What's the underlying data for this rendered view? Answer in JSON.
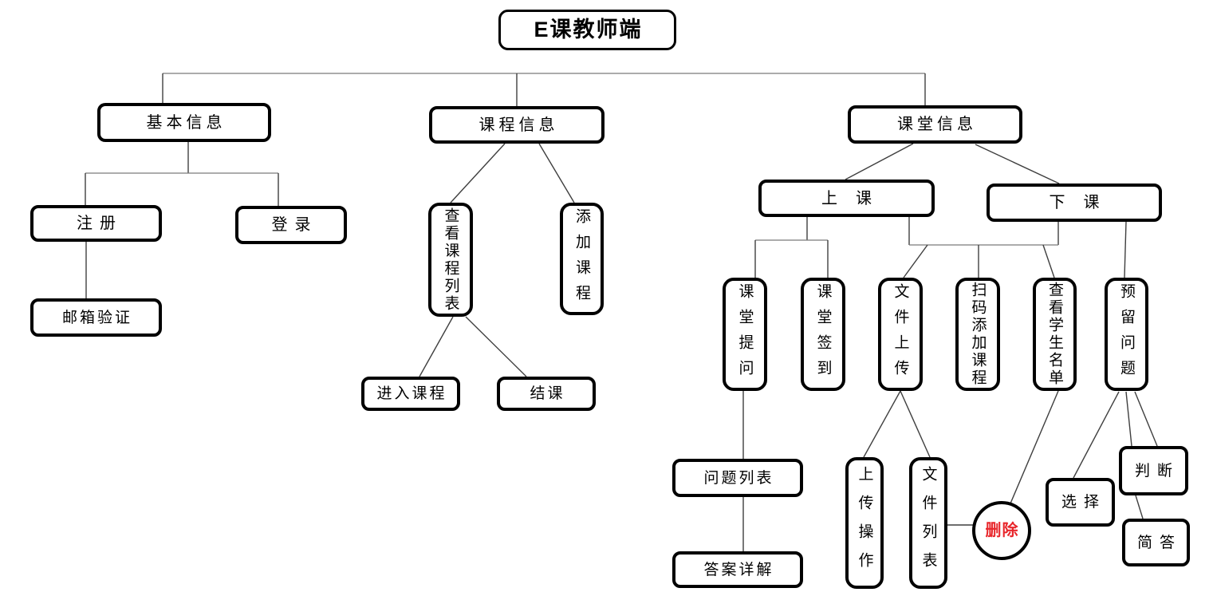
{
  "diagram": {
    "title": "E课教师端",
    "nodes": {
      "root": {
        "label": "E课教师端"
      },
      "basic_info": {
        "label": "基本信息"
      },
      "register": {
        "label": "注册"
      },
      "login": {
        "label": "登录"
      },
      "email_verify": {
        "label": "邮箱验证"
      },
      "course_info": {
        "label": "课程信息"
      },
      "view_course_list": {
        "label": "查看课程列表"
      },
      "add_course": {
        "label": "添加课程"
      },
      "enter_course": {
        "label": "进入课程"
      },
      "end_course": {
        "label": "结课"
      },
      "class_info": {
        "label": "课堂信息"
      },
      "class_start": {
        "label": "上 课"
      },
      "class_end": {
        "label": "下 课"
      },
      "class_question": {
        "label": "课堂提问"
      },
      "class_signin": {
        "label": "课堂签到"
      },
      "file_upload": {
        "label": "文件上传"
      },
      "scan_add_course": {
        "label": "扫码添加课程"
      },
      "view_student_list": {
        "label": "查看学生名单"
      },
      "reserved_question": {
        "label": "预留问题"
      },
      "question_list": {
        "label": "问题列表"
      },
      "answer_detail": {
        "label": "答案详解"
      },
      "upload_operation": {
        "label": "上传操作"
      },
      "file_list": {
        "label": "文件列表"
      },
      "delete": {
        "label": "删除"
      },
      "choice": {
        "label": "选择"
      },
      "judge": {
        "label": "判断"
      },
      "short_answer": {
        "label": "简答"
      }
    },
    "edges": [
      [
        "root",
        "basic_info"
      ],
      [
        "root",
        "course_info"
      ],
      [
        "root",
        "class_info"
      ],
      [
        "basic_info",
        "register"
      ],
      [
        "basic_info",
        "login"
      ],
      [
        "register",
        "email_verify"
      ],
      [
        "course_info",
        "view_course_list"
      ],
      [
        "course_info",
        "add_course"
      ],
      [
        "view_course_list",
        "enter_course"
      ],
      [
        "view_course_list",
        "end_course"
      ],
      [
        "class_info",
        "class_start"
      ],
      [
        "class_info",
        "class_end"
      ],
      [
        "class_start",
        "class_question"
      ],
      [
        "class_start",
        "class_signin"
      ],
      [
        "class_start",
        "file_upload"
      ],
      [
        "class_end",
        "file_upload"
      ],
      [
        "class_start",
        "scan_add_course"
      ],
      [
        "class_end",
        "scan_add_course"
      ],
      [
        "class_start",
        "view_student_list"
      ],
      [
        "class_end",
        "view_student_list"
      ],
      [
        "class_end",
        "reserved_question"
      ],
      [
        "class_question",
        "question_list"
      ],
      [
        "question_list",
        "answer_detail"
      ],
      [
        "file_upload",
        "upload_operation"
      ],
      [
        "file_upload",
        "file_list"
      ],
      [
        "file_list",
        "delete"
      ],
      [
        "view_student_list",
        "delete"
      ],
      [
        "reserved_question",
        "choice"
      ],
      [
        "reserved_question",
        "judge"
      ],
      [
        "judge",
        "short_answer"
      ]
    ],
    "colors": {
      "delete_text": "#e8262b",
      "box_border": "#000000",
      "box_fill": "#ffffff",
      "line": "#3f3f3f"
    }
  }
}
